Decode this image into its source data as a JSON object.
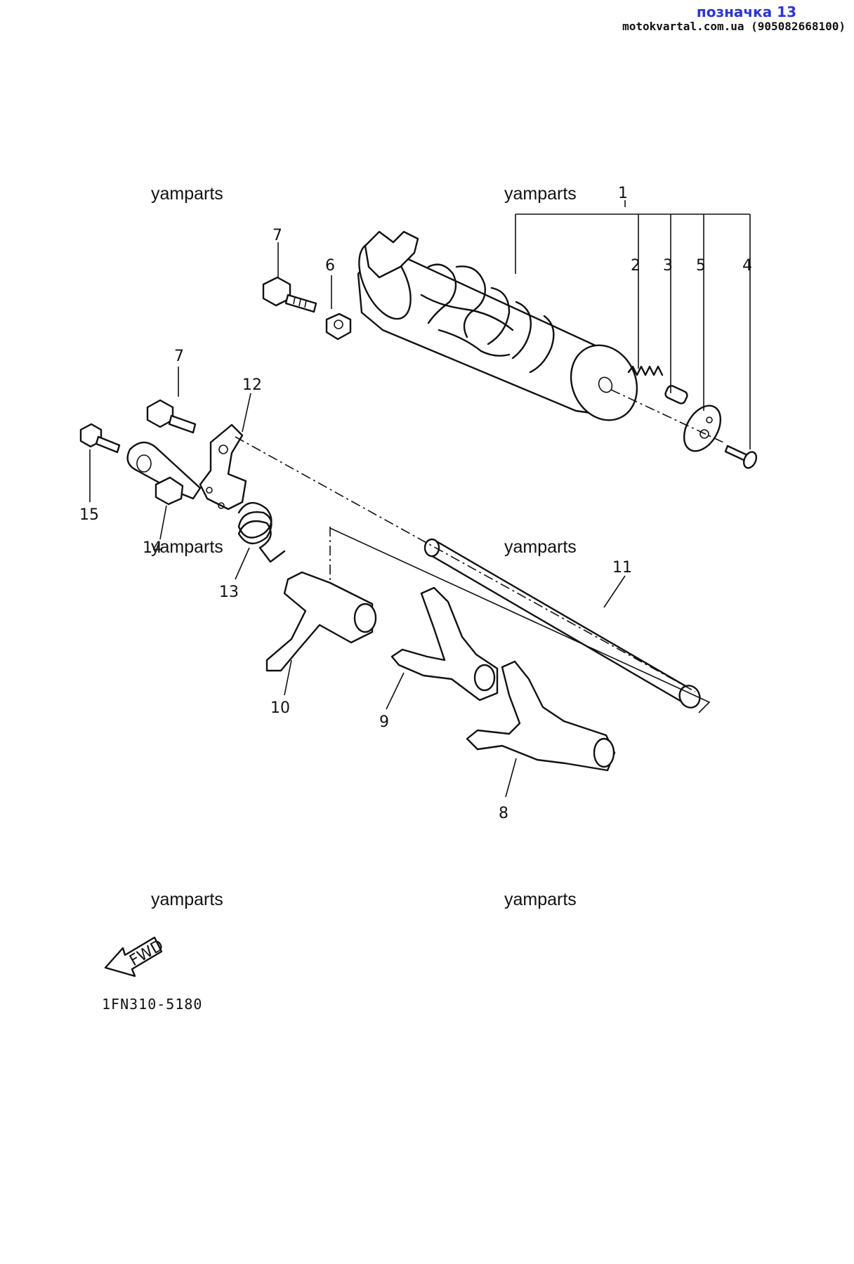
{
  "header": {
    "badge": "позначка 13",
    "site": "motokvartal.com.ua (905082668100)"
  },
  "watermarks": [
    "yamparts",
    "yamparts",
    "yamparts",
    "yamparts",
    "yamparts",
    "yamparts"
  ],
  "callouts": {
    "c1": "1",
    "c2": "2",
    "c3": "3",
    "c4": "4",
    "c5": "5",
    "c6": "6",
    "c7a": "7",
    "c7b": "7",
    "c8": "8",
    "c9": "9",
    "c10": "10",
    "c11": "11",
    "c12": "12",
    "c13": "13",
    "c14": "14",
    "c15": "15"
  },
  "diagram_code": "1FN310-5180",
  "fwd_label": "FWD",
  "icons": [
    "fwd-arrow-icon"
  ]
}
